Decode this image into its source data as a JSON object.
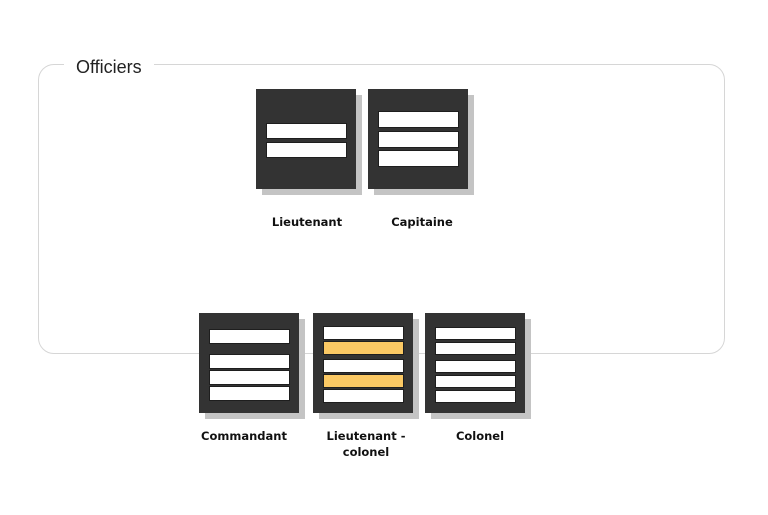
{
  "group": {
    "title": "Officiers"
  },
  "colors": {
    "stripe_silver": "#ffffff",
    "stripe_gold": "#fbc964",
    "insignia_bg": "#333333"
  },
  "ranks": [
    {
      "id": "lieutenant",
      "label": "Lieutenant"
    },
    {
      "id": "capitaine",
      "label": "Capitaine"
    },
    {
      "id": "commandant",
      "label": "Commandant"
    },
    {
      "id": "lieutenant-colonel",
      "label_line1": "Lieutenant -",
      "label_line2": "colonel"
    },
    {
      "id": "colonel",
      "label": "Colonel"
    }
  ]
}
